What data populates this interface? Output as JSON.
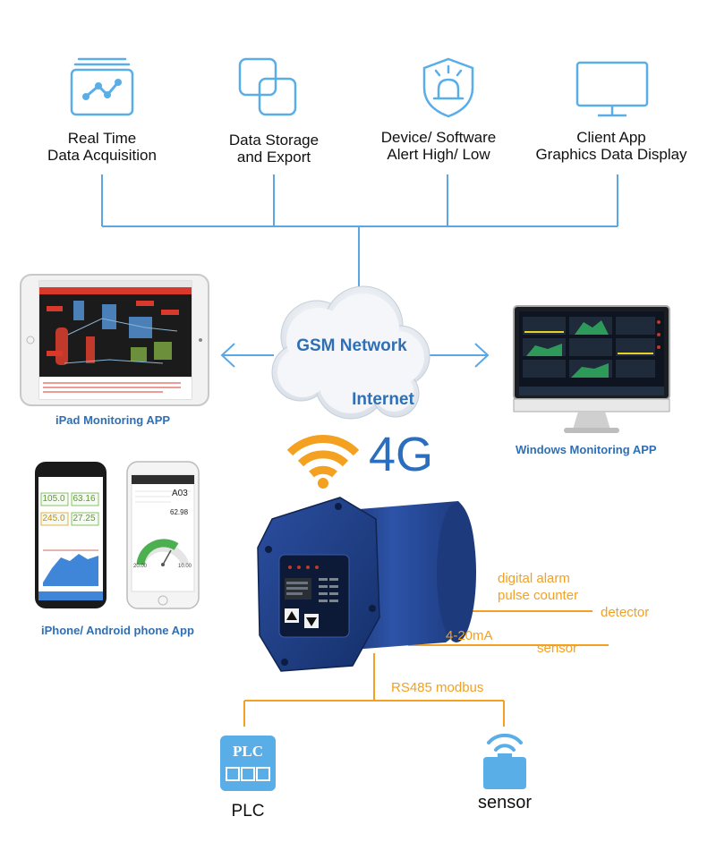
{
  "features": [
    {
      "line1": "Real Time",
      "line2": "Data Acquisition",
      "icon": "chart-trend-icon"
    },
    {
      "line1": "Data Storage",
      "line2": "and Export",
      "icon": "storage-copy-icon"
    },
    {
      "line1": "Device/ Software",
      "line2": "Alert High/ Low",
      "icon": "alarm-light-icon"
    },
    {
      "line1": "Client App",
      "line2": "Graphics Data Display",
      "icon": "monitor-icon"
    }
  ],
  "cloud": {
    "line1": "GSM Network",
    "line2": "Internet"
  },
  "signal": {
    "label": "4G"
  },
  "apps": {
    "ipad": "iPad Monitoring APP",
    "windows": "Windows Monitoring APP",
    "phone": "iPhone/ Android phone App"
  },
  "phone_screen": {
    "values": [
      "105.0",
      "63.16",
      "245.0",
      "27.25"
    ],
    "device_code": "A03",
    "gauge_value": "62.98",
    "gauge_min": "20.00",
    "gauge_max": "10.00"
  },
  "connections": {
    "digital_alarm": "digital alarm",
    "pulse_counter": "pulse counter",
    "detector": "detector",
    "analog": "4-20mA",
    "sensor_right": "sensor",
    "bus": "RS485 modbus"
  },
  "bottom": {
    "plc_icon_text": "PLC",
    "plc_label": "PLC",
    "sensor_label": "sensor"
  },
  "colors": {
    "line_blue": "#5aa7e6",
    "orange": "#f4a020",
    "device_blue": "#1f3f86",
    "text_blue": "#2f6fb5",
    "icon_blue": "#5aaee8"
  }
}
